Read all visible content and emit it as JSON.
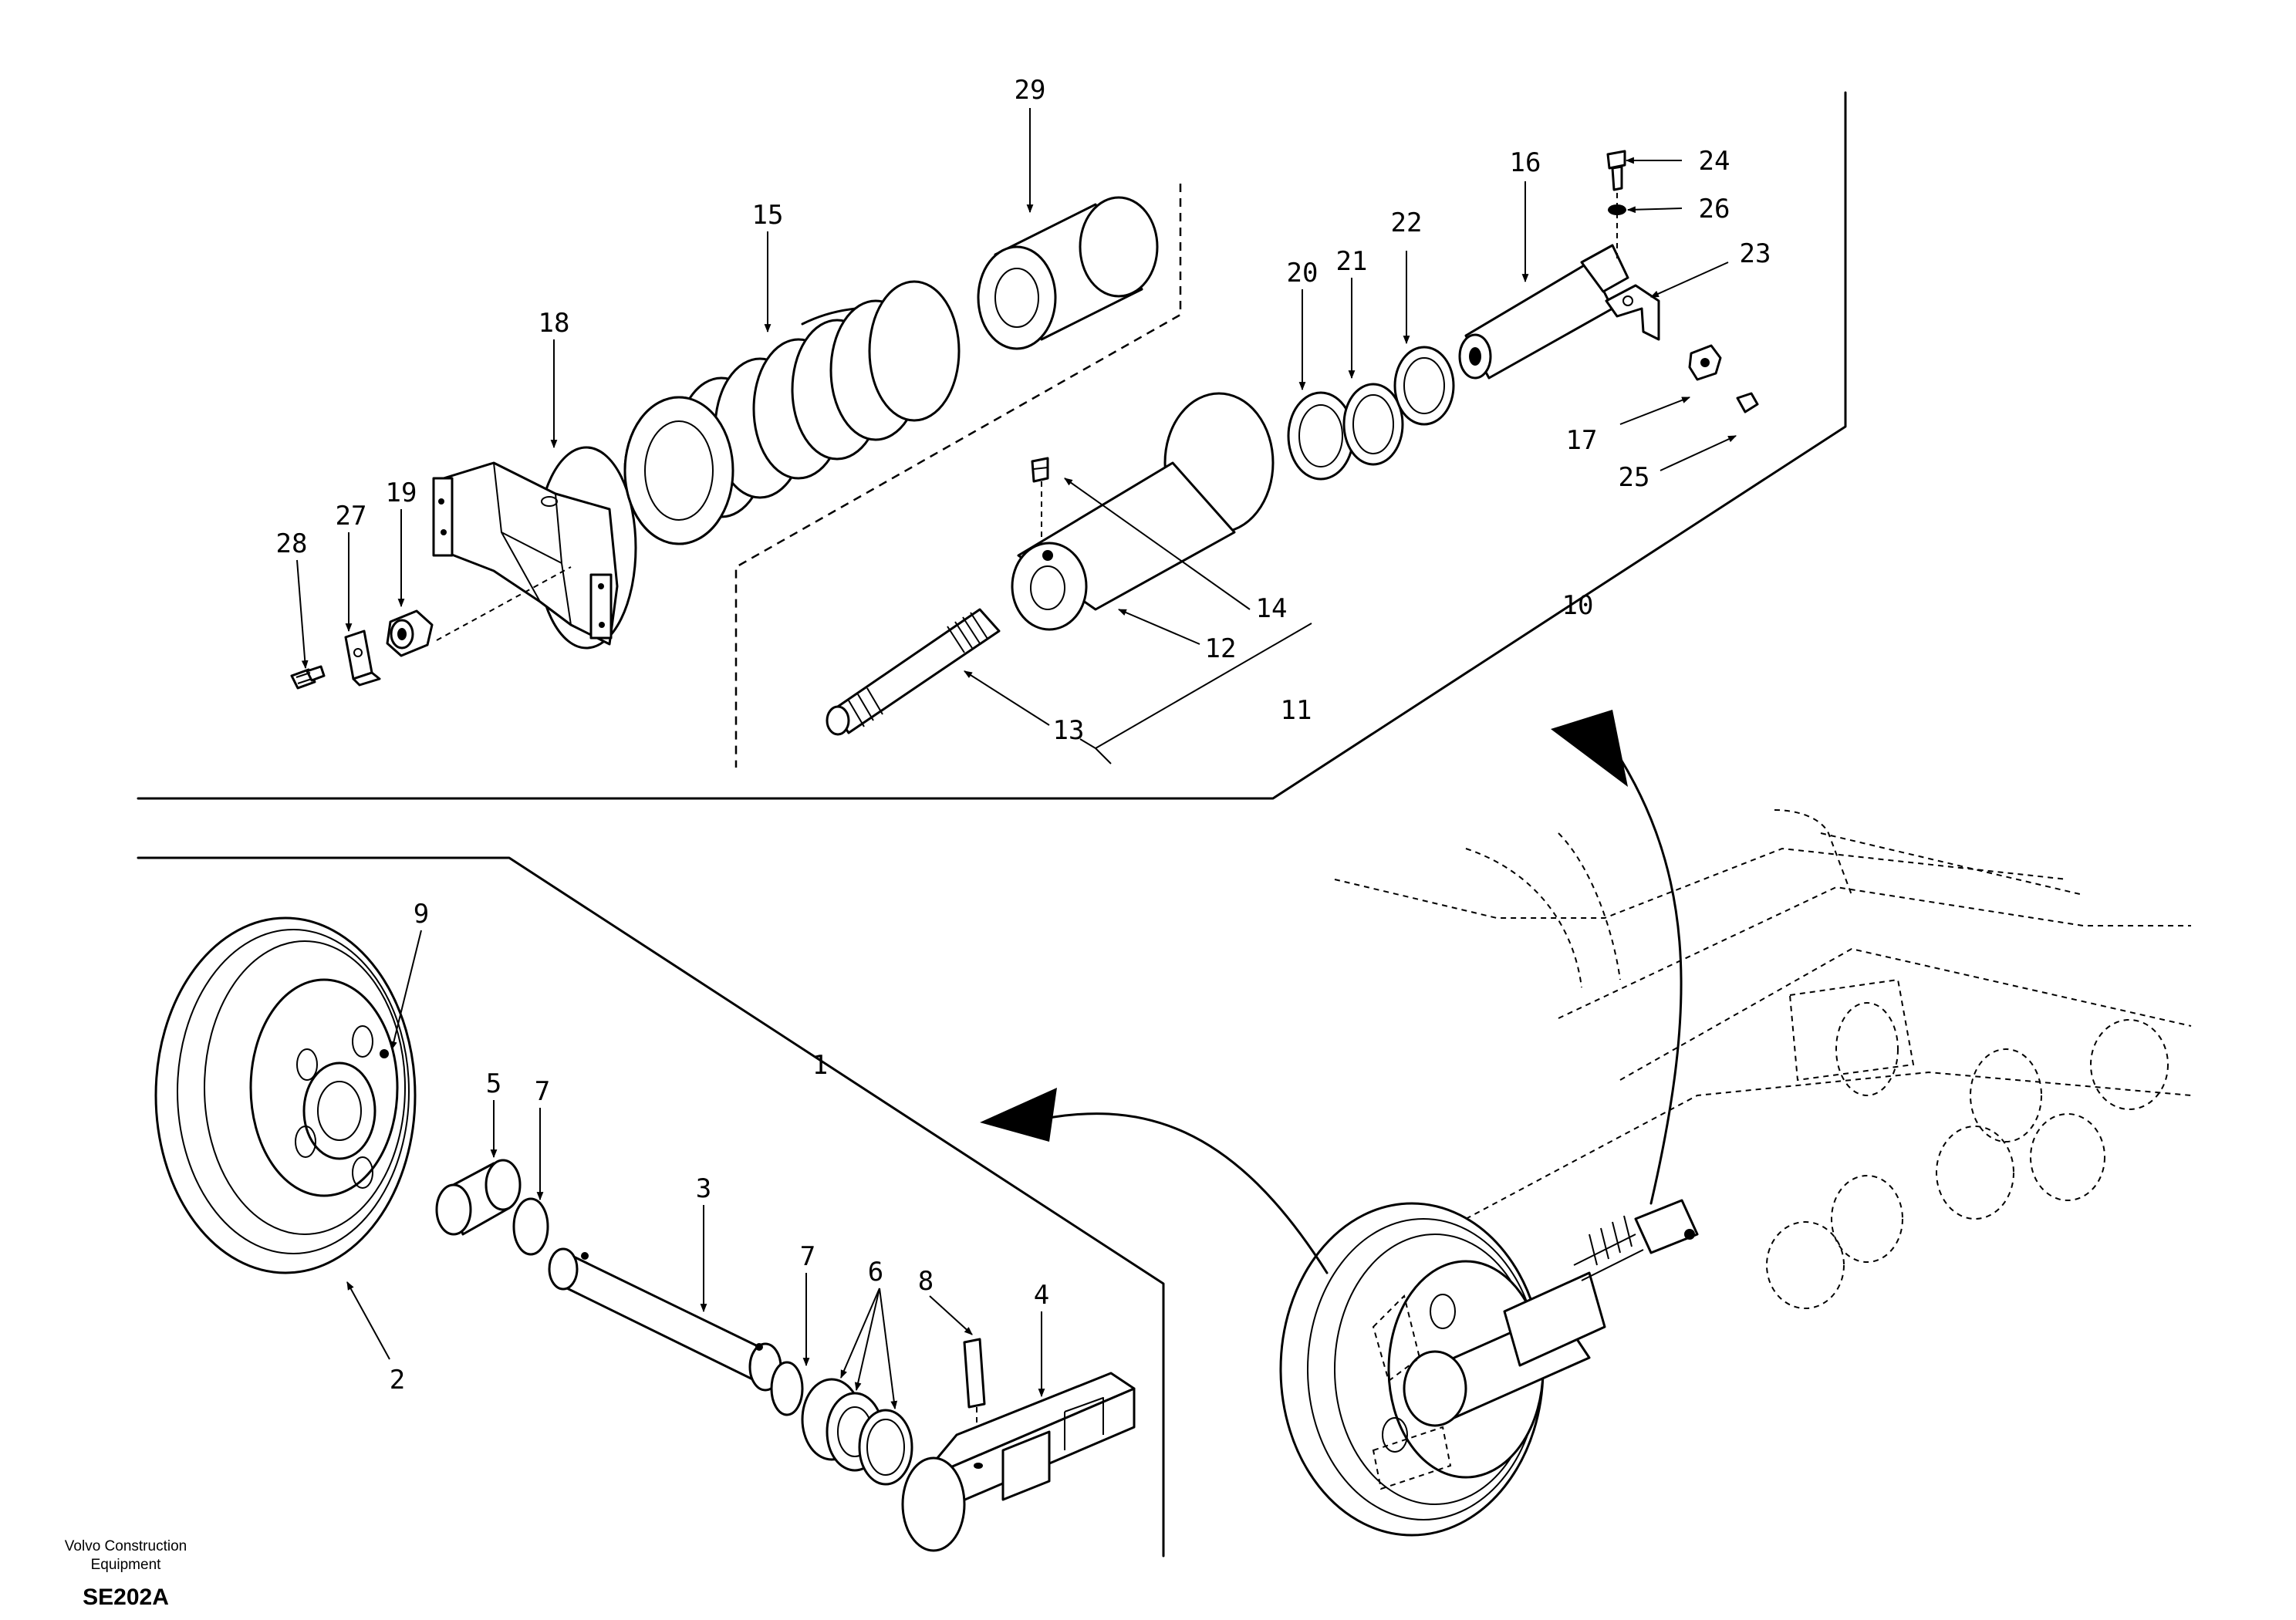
{
  "figure": {
    "code": "SE202A",
    "publisher_line1": "Volvo Construction",
    "publisher_line2": "Equipment"
  },
  "callouts": {
    "c1": "1",
    "c2": "2",
    "c3": "3",
    "c4": "4",
    "c5": "5",
    "c6": "6",
    "c7a": "7",
    "c7b": "7",
    "c8": "8",
    "c9": "9",
    "c10": "10",
    "c11": "11",
    "c12": "12",
    "c13": "13",
    "c14": "14",
    "c15": "15",
    "c16": "16",
    "c17": "17",
    "c18": "18",
    "c19": "19",
    "c20": "20",
    "c21": "21",
    "c22": "22",
    "c23": "23",
    "c24": "24",
    "c25": "25",
    "c26": "26",
    "c27": "27",
    "c28": "28",
    "c29": "29"
  }
}
